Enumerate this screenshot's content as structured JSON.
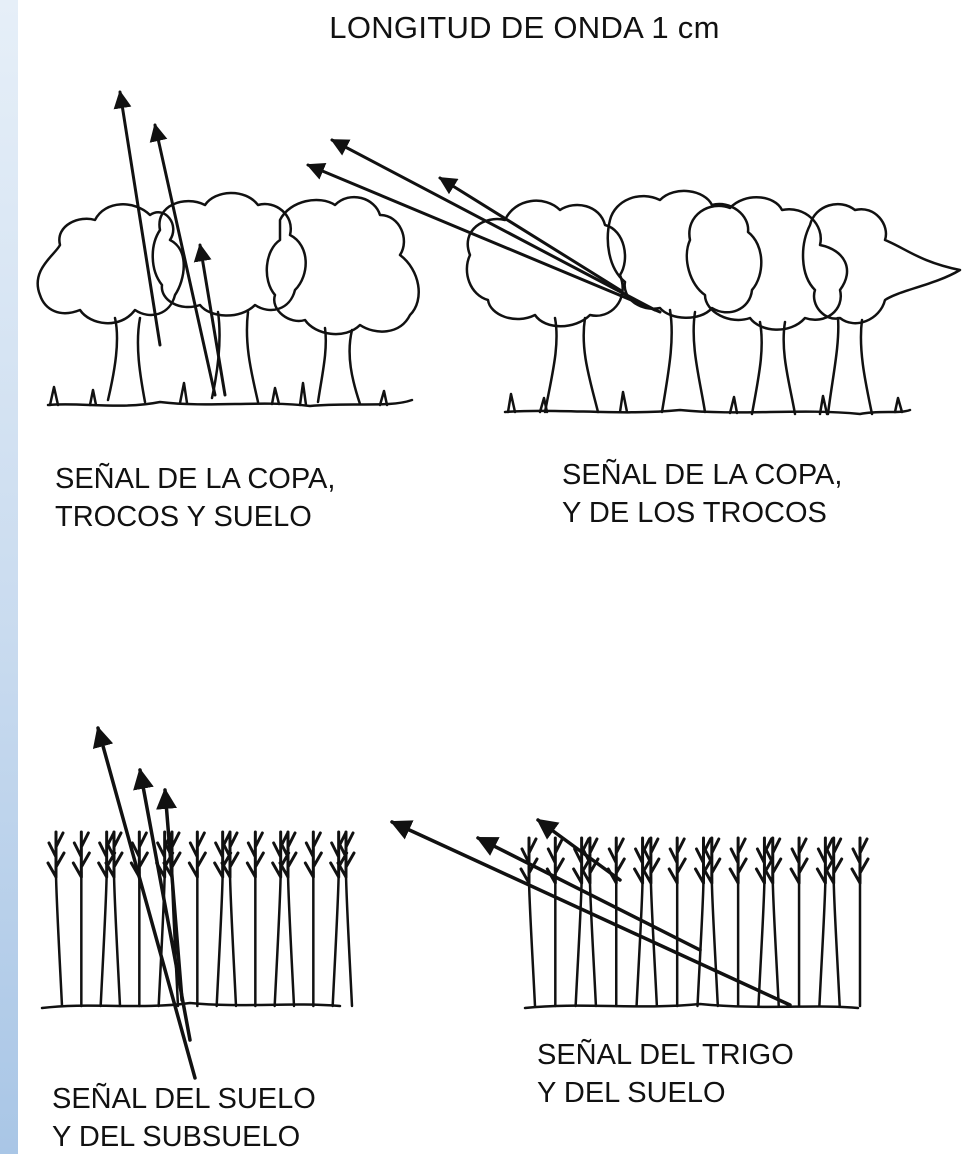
{
  "title": "LONGITUD DE ONDA  1 cm",
  "panels": [
    {
      "id": "trees-left",
      "lines": [
        "SEÑAL DE LA COPA,",
        "TROCOS Y SUELO"
      ]
    },
    {
      "id": "trees-right",
      "lines": [
        "SEÑAL DE LA COPA,",
        "Y DE LOS TROCOS"
      ]
    },
    {
      "id": "wheat-left",
      "lines": [
        "SEÑAL DEL SUELO",
        "Y DEL SUBSUELO"
      ]
    },
    {
      "id": "wheat-right",
      "lines": [
        "SEÑAL DEL TRIGO",
        "Y DEL SUELO"
      ]
    }
  ],
  "colors": {
    "ink": "#111111",
    "sidebar": "#c9dbef"
  }
}
